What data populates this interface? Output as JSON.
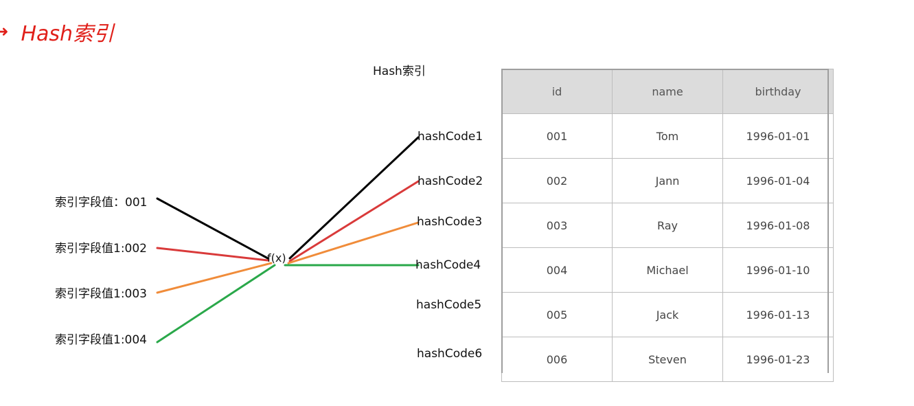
{
  "heading": {
    "arrow": "➜",
    "text": "Hash索引"
  },
  "diagram": {
    "title": "Hash索引",
    "function_label": "f(x)",
    "index_values": [
      {
        "label": "索引字段值：001",
        "color": "#000000"
      },
      {
        "label": "索引字段值1:002",
        "color": "#d93a3a"
      },
      {
        "label": "索引字段值1:003",
        "color": "#f08c3a"
      },
      {
        "label": "索引字段值1:004",
        "color": "#2aa84a"
      }
    ],
    "hash_codes": [
      {
        "label": "hashCode1",
        "color": "#000000"
      },
      {
        "label": "hashCode2",
        "color": "#d93a3a"
      },
      {
        "label": "hashCode3",
        "color": "#f08c3a"
      },
      {
        "label": "hashCode4",
        "color": "#2aa84a"
      },
      {
        "label": "hashCode5"
      },
      {
        "label": "hashCode6"
      }
    ]
  },
  "table": {
    "headers": [
      "id",
      "name",
      "birthday"
    ],
    "rows": [
      [
        "001",
        "Tom",
        "1996-01-01"
      ],
      [
        "002",
        "Jann",
        "1996-01-04"
      ],
      [
        "003",
        "Ray",
        "1996-01-08"
      ],
      [
        "004",
        "Michael",
        "1996-01-10"
      ],
      [
        "005",
        "Jack",
        "1996-01-13"
      ],
      [
        "006",
        "Steven",
        "1996-01-23"
      ]
    ]
  }
}
